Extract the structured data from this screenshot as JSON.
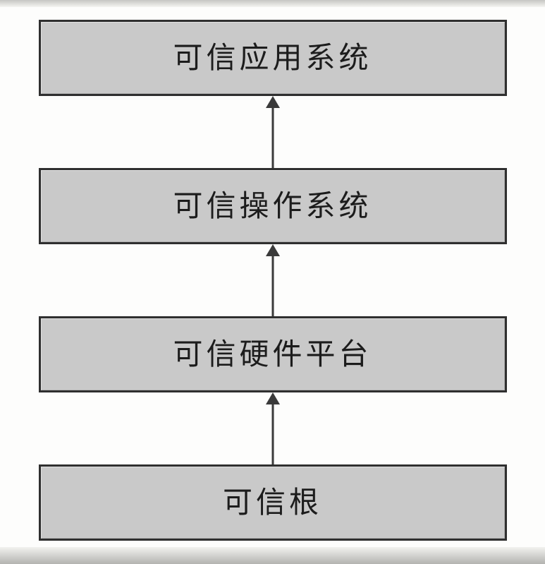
{
  "diagram": {
    "type": "layered-stack",
    "description": "Trusted computing chain-of-trust layered diagram with upward arrows from the root of trust to the application layer",
    "layers": [
      {
        "id": "trusted-application-system",
        "label": "可信应用系统"
      },
      {
        "id": "trusted-operating-system",
        "label": "可信操作系统"
      },
      {
        "id": "trusted-hardware-platform",
        "label": "可信硬件平台"
      },
      {
        "id": "trusted-root",
        "label": "可信根"
      }
    ],
    "arrows": [
      {
        "from": "trusted-operating-system",
        "to": "trusted-application-system",
        "direction": "up"
      },
      {
        "from": "trusted-hardware-platform",
        "to": "trusted-operating-system",
        "direction": "up"
      },
      {
        "from": "trusted-root",
        "to": "trusted-hardware-platform",
        "direction": "up"
      }
    ],
    "colors": {
      "box_fill": "#c9c9c9",
      "box_border": "#2f2f2f",
      "text": "#1c1c1c",
      "arrow": "#3a3a3a",
      "background": "#fdfdfc"
    }
  }
}
